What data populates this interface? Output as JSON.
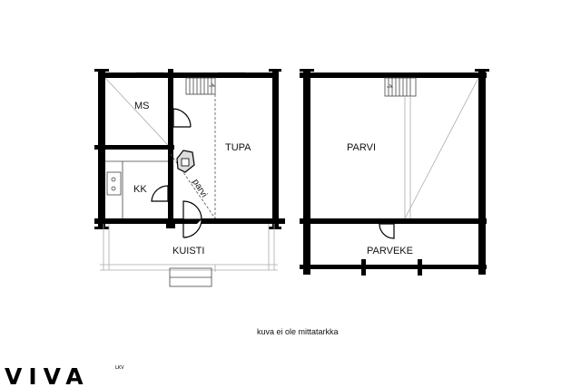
{
  "floor_plan_left": {
    "rooms": {
      "ms": "MS",
      "tupa": "TUPA",
      "kk": "KK",
      "kuisti": "KUISTI",
      "parvi_label": "parvi"
    }
  },
  "floor_plan_right": {
    "rooms": {
      "parvi": "PARVI",
      "parveke": "PARVEKE"
    }
  },
  "note": "kuva ei ole mittatarkka",
  "logo": {
    "text": "VIVA",
    "sub": "LKV"
  }
}
